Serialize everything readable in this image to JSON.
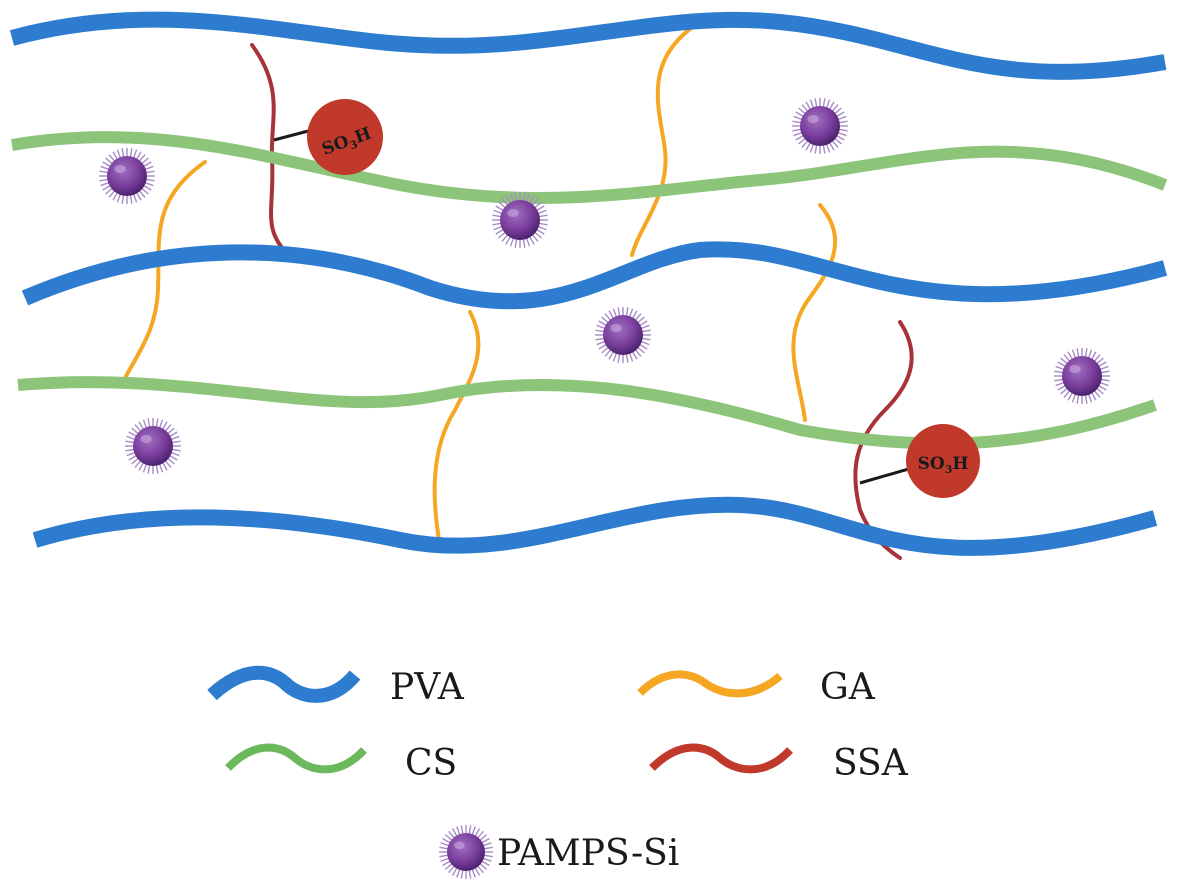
{
  "colors": {
    "pva": "#2e7ccf",
    "cs": "#8cc57a",
    "ga": "#f5a623",
    "ssa": "#a8323a",
    "sulfonic_group": "#c0392b",
    "particle": "#7b3f9e",
    "particle_spikes": "#a68bc6"
  },
  "groups": {
    "sulfonic_main": "SO",
    "sulfonic_sub": "3",
    "sulfonic_tail": "H"
  },
  "legend": {
    "pva": "PVA",
    "ga": "GA",
    "cs": "CS",
    "ssa": "SSA",
    "particle": "PAMPS-Si"
  },
  "icons": {
    "particle": "spiky-sphere-icon",
    "strand": "wavy-line-icon"
  }
}
